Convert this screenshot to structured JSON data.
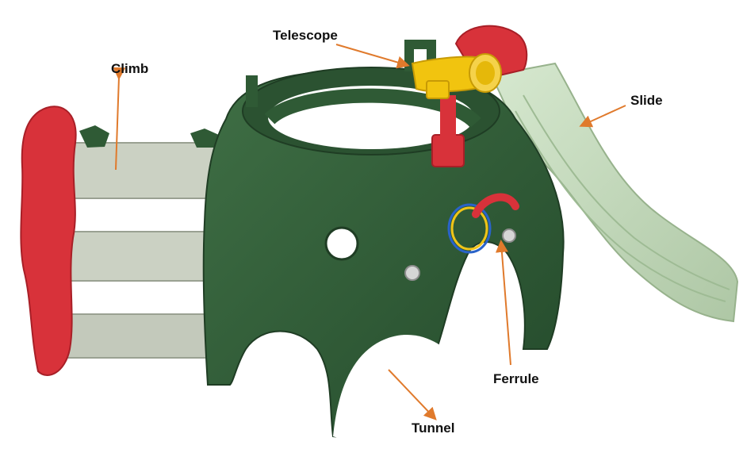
{
  "labels": {
    "telescope": "Telescope",
    "climb": "Climb",
    "slide": "Slide",
    "ferrule": "Ferrule",
    "tunnel": "Tunnel"
  },
  "colors": {
    "arrow": "#e07a2c",
    "body_green": "#2f5a35",
    "rails_gray": "#c9cfc1",
    "climb_red": "#d8323a",
    "slide_mint": "#c7dcbf",
    "telescope_yellow": "#f1c40f"
  }
}
